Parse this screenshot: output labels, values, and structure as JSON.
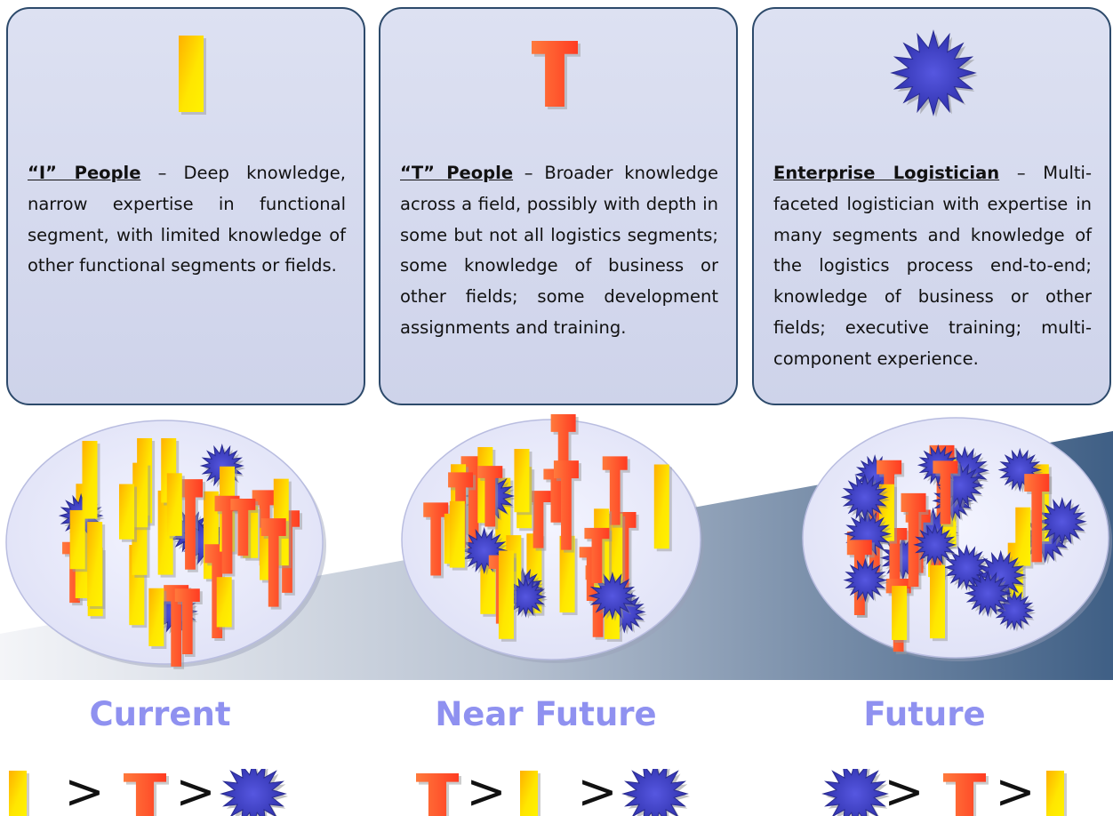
{
  "colors": {
    "card_border": "#2d4a6b",
    "card_fill": "#d6dbf0",
    "i_yellow": "#ffe600",
    "i_orange": "#ffb000",
    "t_red": "#ff4a2a",
    "star_blue": "#3d3fc7",
    "label_color": "#8f91f0",
    "ramp_dark": "#3f5f85"
  },
  "cards": [
    {
      "icon": "i-bar-icon",
      "term": "“I” People",
      "sep": " – ",
      "text": "Deep knowledge, narrow expertise in functional segment, with limited knowledge of other functional segments or fields."
    },
    {
      "icon": "t-shape-icon",
      "term": "“T” People",
      "sep": " – ",
      "text": "Broader knowledge across a field, possibly with depth in some but not all logistics segments; some knowledge of business or other fields; some development assignments and training."
    },
    {
      "icon": "star-burst-icon",
      "term": "Enterprise Logistician",
      "sep": " – ",
      "text": "Multi-faceted logistician with expertise in many segments and knowledge of the logistics process end-to-end; knowledge of business or other fields; executive training; multi-component experience."
    }
  ],
  "stages": [
    {
      "label": "Current",
      "order": [
        "I",
        "T",
        "star"
      ]
    },
    {
      "label": "Near Future",
      "order": [
        "T",
        "I",
        "star"
      ]
    },
    {
      "label": "Future",
      "order": [
        "star",
        "T",
        "I"
      ]
    }
  ],
  "rank_separator": ">"
}
